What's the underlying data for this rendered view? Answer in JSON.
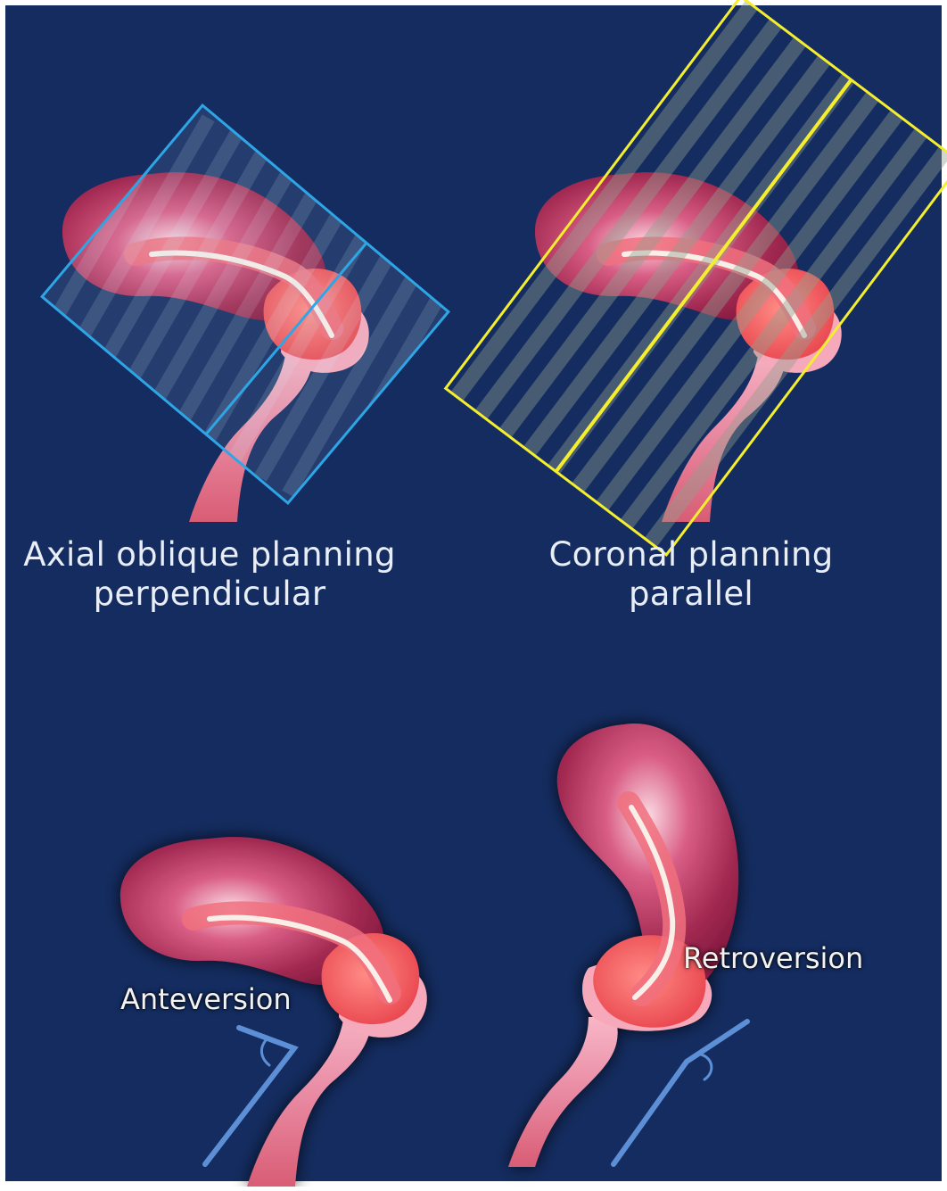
{
  "colors": {
    "background": "#142c60",
    "frame": "#ffffff",
    "uterus_dark": "#8c1f45",
    "uterus_light": "#f7c0cf",
    "cervix": "#f05a5f",
    "stripe": "#f6ece8",
    "axial_box": "#2ea6e6",
    "coronal_box": "#f4ee2f",
    "angle_marker": "#5d8fd6"
  },
  "panels": {
    "axial": {
      "caption_line1": "Axial oblique planning",
      "caption_line2": "perpendicular"
    },
    "coronal": {
      "caption_line1": "Coronal planning",
      "caption_line2": "parallel"
    },
    "anteversion": {
      "label": "Anteversion"
    },
    "retroversion": {
      "label": "Retroversion"
    }
  }
}
